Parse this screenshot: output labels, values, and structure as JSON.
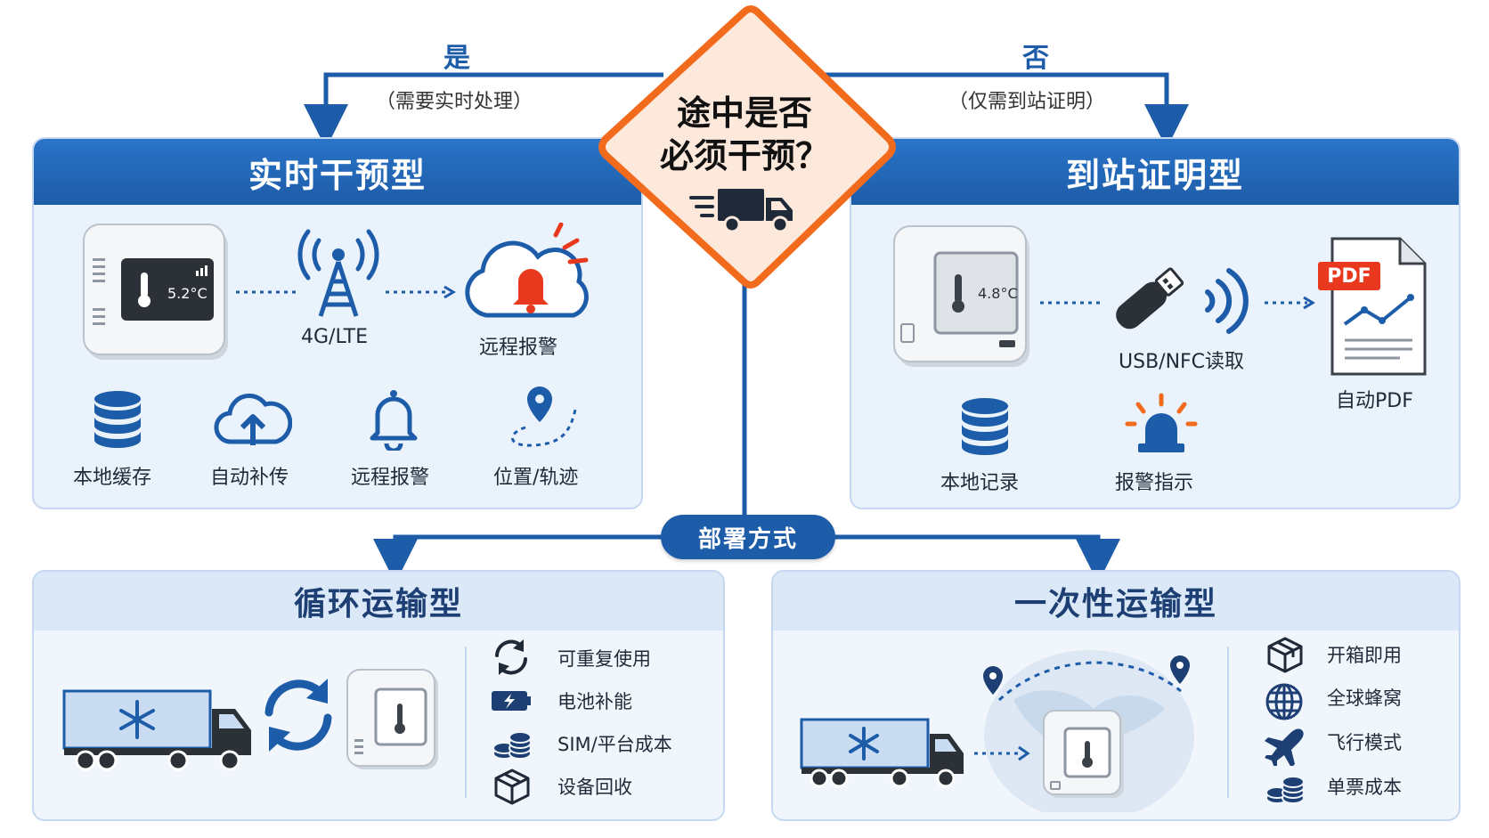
{
  "decision": {
    "line1": "途中是否",
    "line2": "必须干预？",
    "icon": "truck-icon"
  },
  "branches": {
    "yes": {
      "label": "是",
      "note": "（需要实时处理）"
    },
    "no": {
      "label": "否",
      "note": "（仅需到站证明）"
    }
  },
  "realtime": {
    "title": "实时干预型",
    "device_reading": "5.2°C",
    "network_label": "4G/LTE",
    "alarm_label": "远程报警",
    "features": [
      {
        "label": "本地缓存",
        "icon": "database-icon"
      },
      {
        "label": "自动补传",
        "icon": "cloud-upload-icon"
      },
      {
        "label": "远程报警",
        "icon": "bell-icon"
      },
      {
        "label": "位置/轨迹",
        "icon": "location-pin-icon"
      }
    ]
  },
  "arrival": {
    "title": "到站证明型",
    "device_reading": "4.8°C",
    "read_label": "USB/NFC读取",
    "pdf_badge": "PDF",
    "pdf_label": "自动PDF",
    "features": [
      {
        "label": "本地记录",
        "icon": "database-icon"
      },
      {
        "label": "报警指示",
        "icon": "alarm-light-icon"
      }
    ]
  },
  "deployment": {
    "label": "部署方式"
  },
  "cyclic": {
    "title": "循环运输型",
    "features": [
      {
        "label": "可重复使用",
        "icon": "recycle-icon"
      },
      {
        "label": "电池补能",
        "icon": "battery-icon"
      },
      {
        "label": "SIM/平台成本",
        "icon": "coins-icon"
      },
      {
        "label": "设备回收",
        "icon": "box-icon"
      }
    ]
  },
  "oneway": {
    "title": "一次性运输型",
    "features": [
      {
        "label": "开箱即用",
        "icon": "package-icon"
      },
      {
        "label": "全球蜂窝",
        "icon": "globe-icon"
      },
      {
        "label": "飞行模式",
        "icon": "airplane-icon"
      },
      {
        "label": "单票成本",
        "icon": "coins-icon"
      }
    ]
  },
  "colors": {
    "primary": "#1d5ca8",
    "accent": "#f26b1d",
    "diamond_fill": "#fde9dc"
  }
}
